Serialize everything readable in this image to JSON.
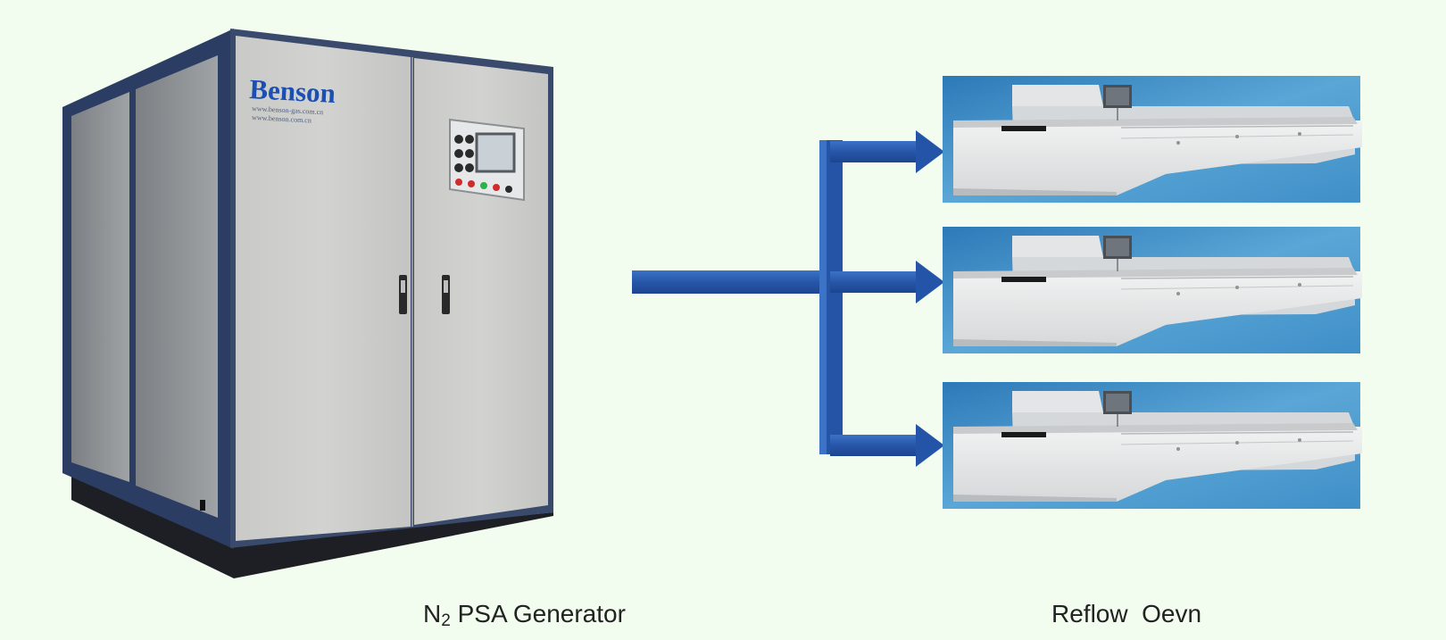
{
  "generator": {
    "brand": "Benson",
    "website_lines": [
      "www.benson-gas.com.cn",
      "www.benson.com.cn"
    ],
    "caption_main": "N",
    "caption_sub": "2",
    "caption_rest": " PSA Generator"
  },
  "ovens": {
    "caption": "Reflow  Oevn",
    "count": 3
  },
  "colors": {
    "background": "#f2fcef",
    "pipe": "#2a5db0",
    "pipe_dark": "#1b4490",
    "cabinet_panel": "#c5c6c4",
    "cabinet_frame": "#1f3560",
    "brand_text": "#1c4fb3",
    "oven_bg": "#3f8fc8"
  }
}
